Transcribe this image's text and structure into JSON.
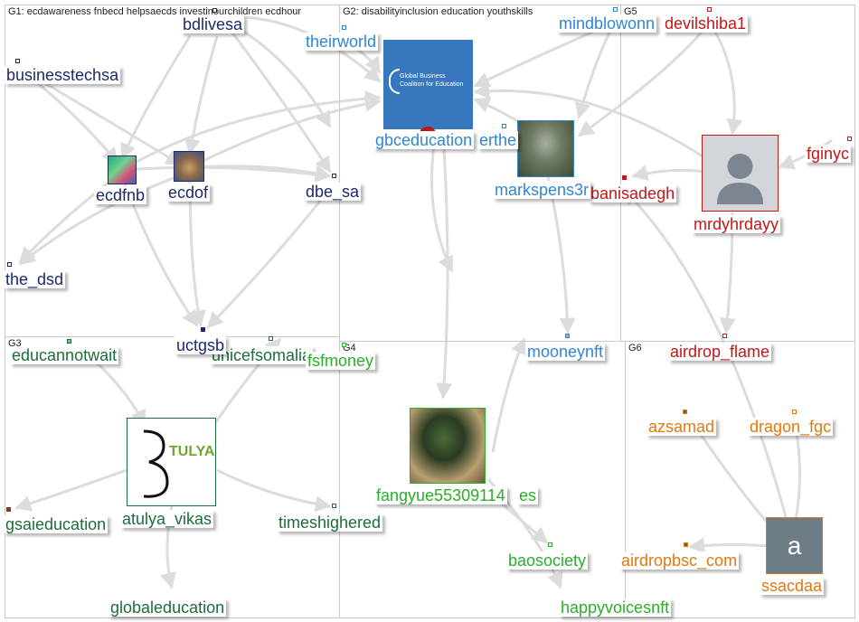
{
  "colors": {
    "g1": "#1c2a6b",
    "g2": "#2f86d4",
    "g3": "#1d6d3a",
    "g4": "#2bae2b",
    "g5": "#c01818",
    "g6": "#e0790f",
    "edge": "#dcdcdc",
    "border": "#c9c9c9"
  },
  "groups": [
    {
      "title": "G1: ecdawareness fnbecd helpsaecds investinourchildren ecdhour"
    },
    {
      "title": "G2: disabilityinclusion education youthskills"
    },
    {
      "title": "G5"
    },
    {
      "title": "G3"
    },
    {
      "title": "G4"
    },
    {
      "title": "G6"
    }
  ],
  "nodes": {
    "bdlivesa": "bdlivesa",
    "businesstechsa": "businesstechsa",
    "ecdfnb": "ecdfnb",
    "ecdof": "ecdof",
    "dbe_sa": "dbe_sa",
    "the_dsd": "the_dsd",
    "uctgsb": "uctgsb",
    "theirworld": "theirworld",
    "gbceducation": "gbceducation",
    "gbceducation_overlap": "erthe",
    "markspens3r": "markspens3r",
    "mindblowonn": "mindblowonn",
    "mooneynft": "mooneynft",
    "devilshiba1": "devilshiba1",
    "fginyc": "fginyc",
    "banisadegh": "banisadegh",
    "mrdyhrdayy": "mrdyhrdayy",
    "airdrop_flame": "airdrop_flame",
    "educannotwait": "educannotwait",
    "unicefsomalia": "unicefsomalia",
    "atulya_vikas": "atulya_vikas",
    "gsaieducation": "gsaieducation",
    "timeshighered": "timeshighered",
    "globaleducation": "globaleducation",
    "fsfmoney": "fsfmoney",
    "fangyue": "fangyue55309114",
    "fangyue_overlap": "es",
    "baosociety": "baosociety",
    "happyvoicesnft": "happyvoicesnft",
    "azsamad": "azsamad",
    "dragon_fgc": "dragon_fgc",
    "airdropbsc_com": "airdropbsc_com",
    "ssacdaa": "ssacdaa"
  },
  "images": {
    "gbc_logo_text": "Global Business Coalition for Education",
    "atulya_logo_text": "TULYA",
    "ssacdaa_letter": "a"
  }
}
